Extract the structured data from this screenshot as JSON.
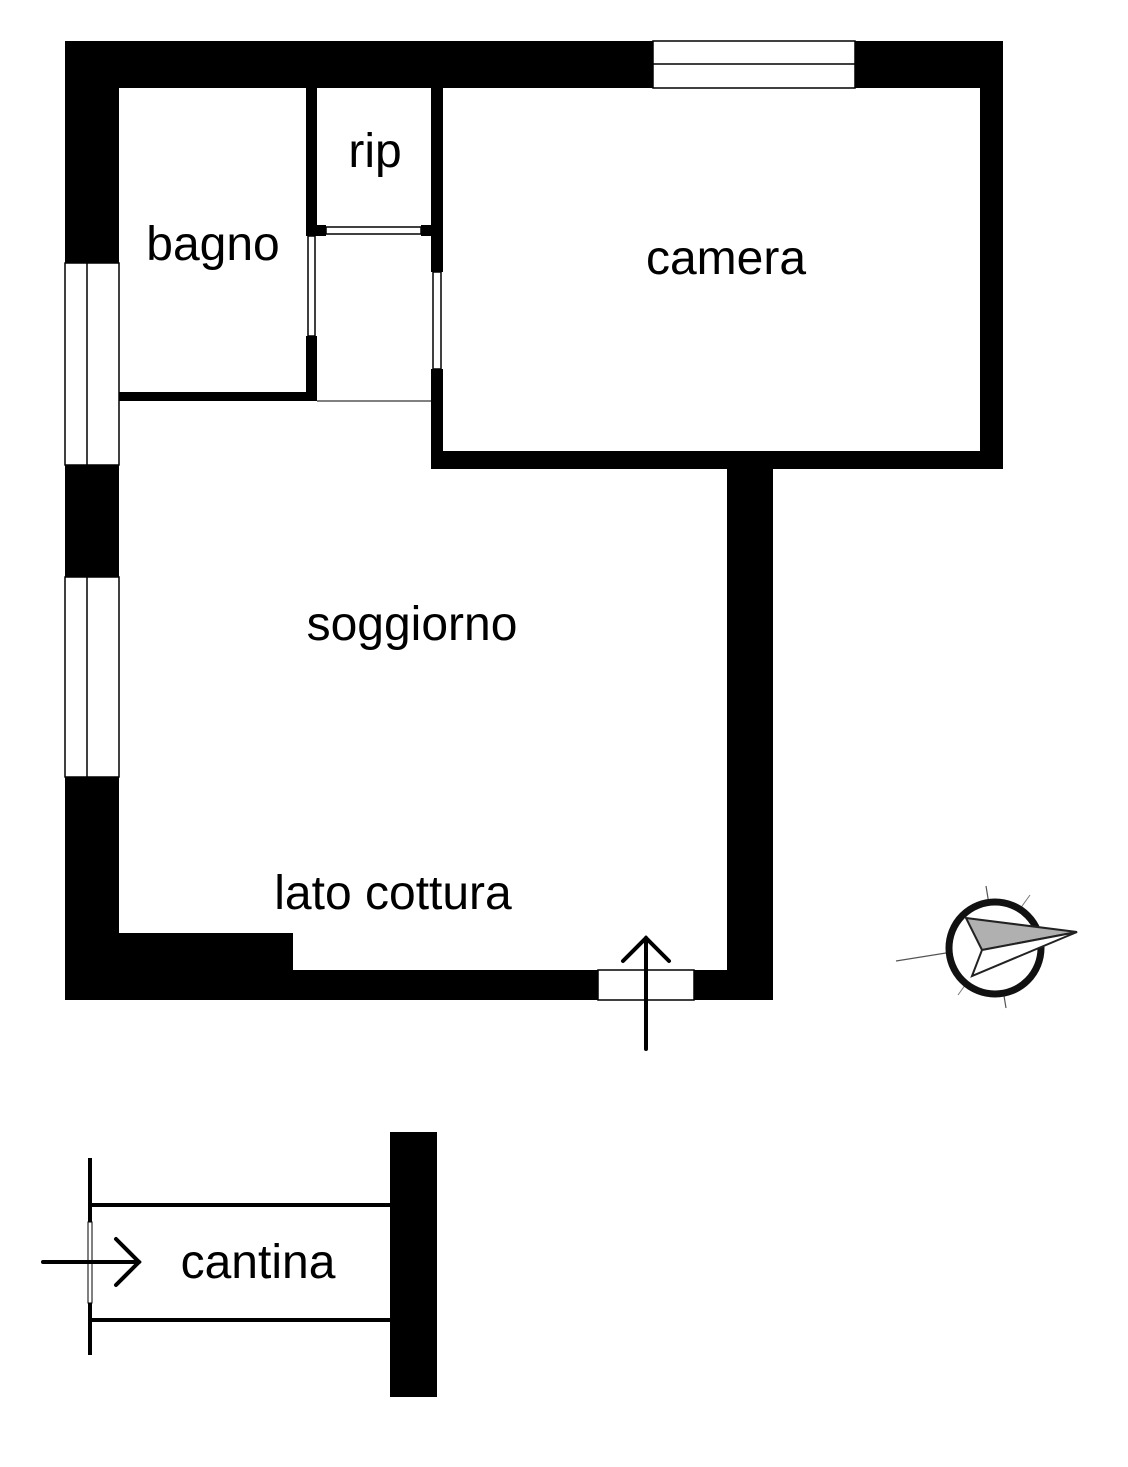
{
  "rooms": {
    "bagno": "bagno",
    "rip": "rip",
    "camera": "camera",
    "soggiorno": "soggiorno",
    "kitchen": "lato cottura",
    "cantina": "cantina"
  },
  "colors": {
    "wall": "#000000",
    "background": "#ffffff",
    "compass_needle": "#b0b0b0"
  },
  "icons": {
    "entrance_arrow": "arrow-up-icon",
    "cellar_arrow": "arrow-right-icon",
    "compass": "compass-icon"
  }
}
